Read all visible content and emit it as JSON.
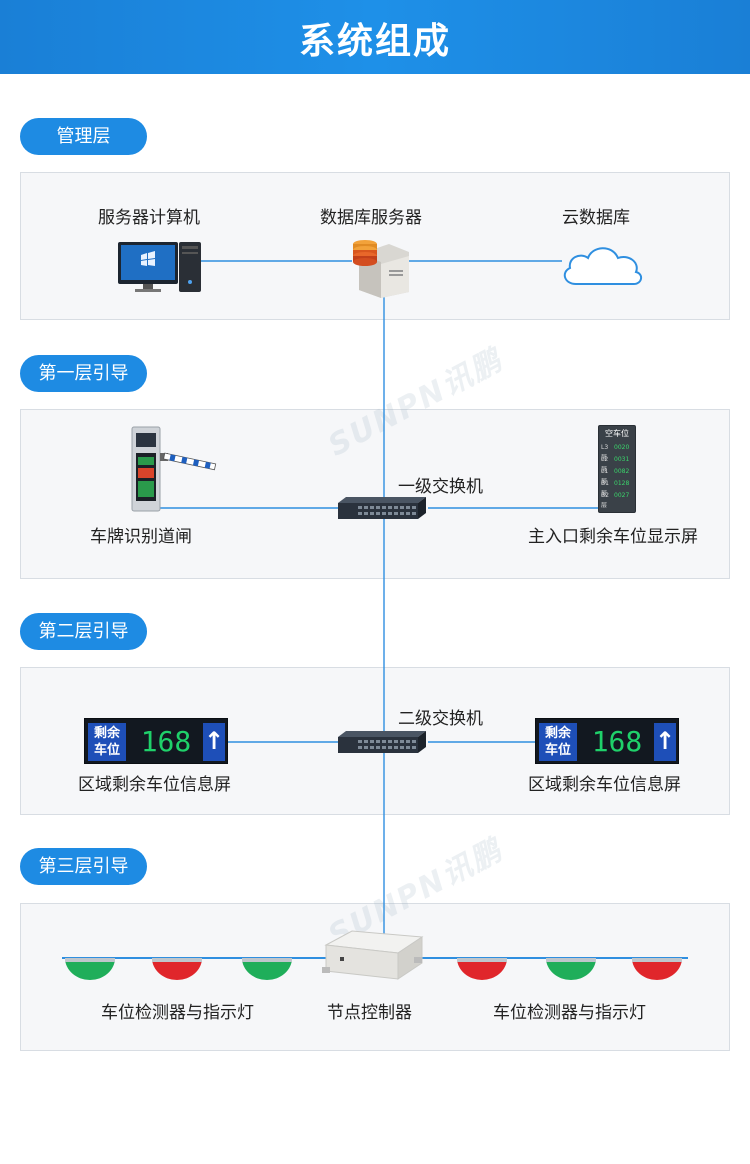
{
  "header": {
    "title": "系统组成"
  },
  "watermark": "SUNPN讯鹏",
  "layers": [
    {
      "label": "管理层"
    },
    {
      "label": "第一层引导"
    },
    {
      "label": "第二层引导"
    },
    {
      "label": "第三层引导"
    }
  ],
  "management": {
    "server_computer": "服务器计算机",
    "db_server": "数据库服务器",
    "cloud_db": "云数据库"
  },
  "layer1": {
    "gate": "车牌识别道闸",
    "switch": "一级交换机",
    "entrance_display": "主入口剩余车位显示屏",
    "display_title": "空车位",
    "display_rows": [
      {
        "floor": "L3层",
        "count": "0020"
      },
      {
        "floor": "L2层",
        "count": "0031"
      },
      {
        "floor": "L1层",
        "count": "0082"
      },
      {
        "floor": "B1层",
        "count": "0128"
      },
      {
        "floor": "B2层",
        "count": "0027"
      }
    ]
  },
  "layer2": {
    "switch": "二级交换机",
    "left_label": "区域剩余车位信息屏",
    "right_label": "区域剩余车位信息屏",
    "sign_text_1": "剩余",
    "sign_text_2": "车位",
    "sign_number": "168",
    "sign_arrow": "↑"
  },
  "layer3": {
    "node_controller": "节点控制器",
    "left_label": "车位检测器与指示灯",
    "right_label": "车位检测器与指示灯"
  },
  "colors": {
    "accent": "#1e8be3",
    "line": "#2f8fe0",
    "led_green": "#1fd16a",
    "indicator_green": "#1fae5a",
    "indicator_red": "#e0262b"
  }
}
